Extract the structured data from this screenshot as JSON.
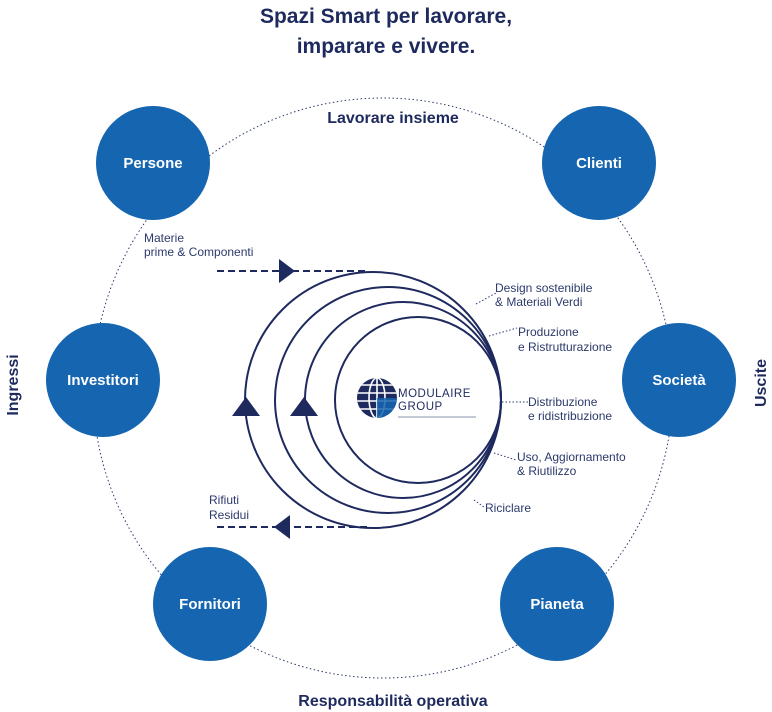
{
  "title": {
    "line1": "Spazi Smart per lavorare,",
    "line2": "imparare e vivere."
  },
  "sections": {
    "top": "Lavorare insieme",
    "bottom": "Responsabilità operativa",
    "left": "Ingressi",
    "right": "Uscite"
  },
  "stakeholders": {
    "persone": "Persone",
    "clienti": "Clienti",
    "investitori": "Investitori",
    "societa": "Società",
    "fornitori": "Fornitori",
    "pianeta": "Pianeta"
  },
  "inputs": {
    "materials_line1": "Materie",
    "materials_line2": "prime & Componenti",
    "waste_line1": "Rifiuti",
    "waste_line2": "Residui"
  },
  "stages": {
    "design_line1": "Design sostenibile",
    "design_line2": "& Materiali Verdi",
    "production_line1": "Produzione",
    "production_line2": "e Ristrutturazione",
    "distribution_line1": "Distribuzione",
    "distribution_line2": "e ridistribuzione",
    "use_line1": "Uso, Aggiornamento",
    "use_line2": "& Riutilizzo",
    "recycle": "Riciclare"
  },
  "logo": {
    "line1": "MODULAIRE",
    "line2": "GROUP",
    "icon": "globe-icon"
  },
  "colors": {
    "circle": "#1565b0",
    "navy": "#1e2a5e",
    "text": "#2c3a6b"
  }
}
